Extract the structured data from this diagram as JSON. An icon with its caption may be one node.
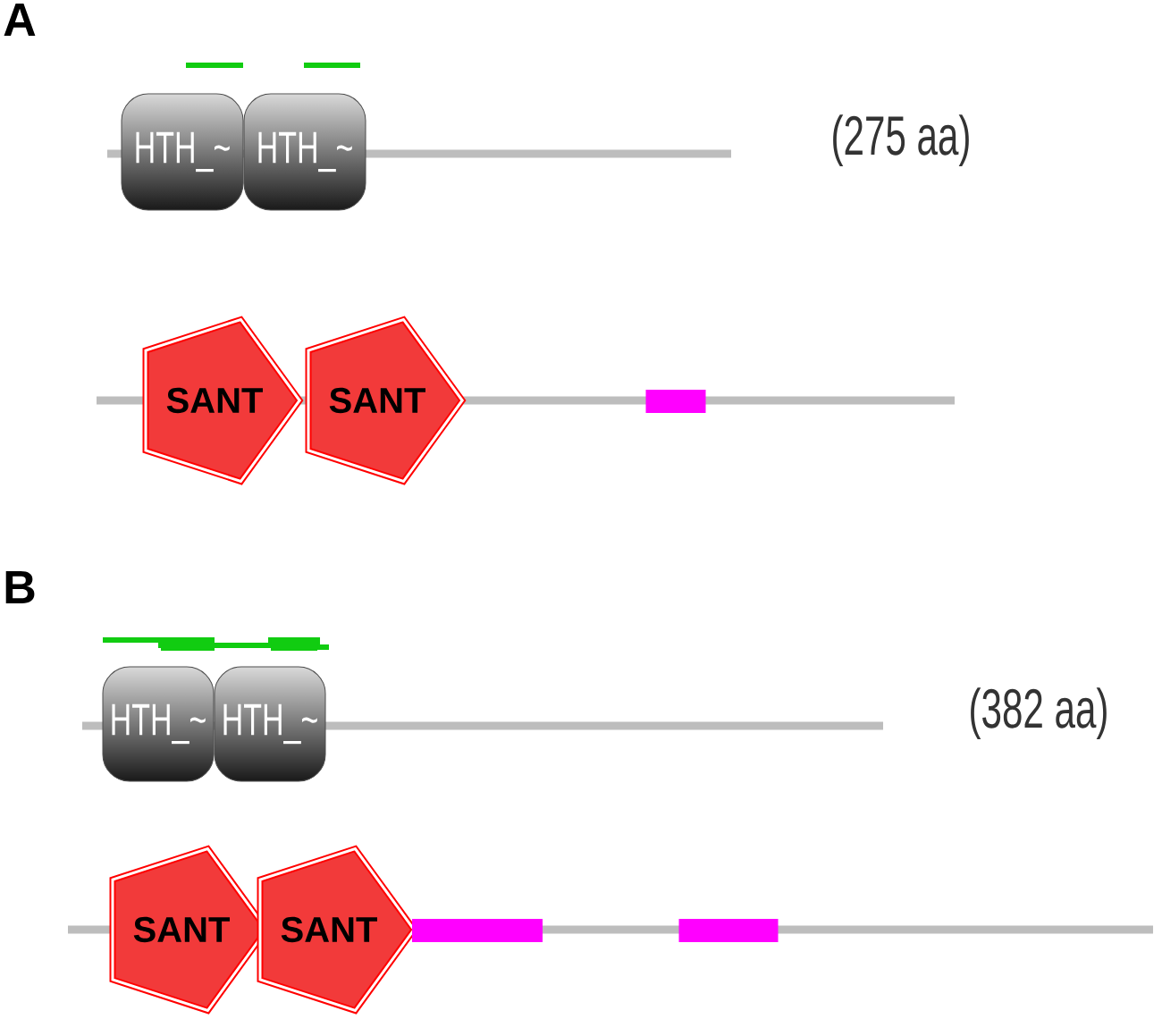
{
  "diagram": {
    "nodes": [
      {
        "text": [
          "HTH_~"
        ]
      },
      {
        "text": [
          "HTH_~"
        ]
      },
      {
        "text": [
          "SANT"
        ]
      },
      {
        "text": [
          "SANT"
        ]
      },
      {
        "text": [],
        "shape": "bar"
      },
      {
        "text": [
          "HTH_~"
        ]
      },
      {
        "text": [
          "HTH_~"
        ]
      },
      {
        "text": [
          "SANT"
        ]
      },
      {
        "text": [
          "SANT"
        ]
      },
      {
        "text": [],
        "shape": "bar"
      },
      {
        "text": [],
        "shape": "bar"
      }
    ],
    "labels": [
      "A",
      "(275 aa)",
      "B",
      "(382 aa)"
    ]
  }
}
